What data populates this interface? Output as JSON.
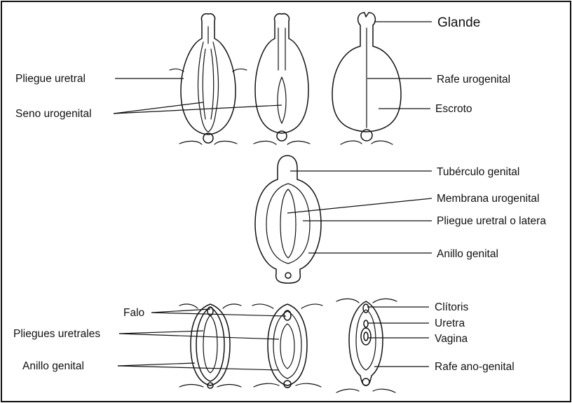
{
  "labels": {
    "glande": "Glande",
    "pliegue_uretral": "Pliegue uretral",
    "rafe_urogenital": "Rafe urogenital",
    "seno_urogenital": "Seno urogenital",
    "escroto": "Escroto",
    "tuberculo_genital": "Tubérculo genital",
    "membrana_urogenital": "Membrana urogenital",
    "pliegue_uretral_lateral": "Pliegue uretral o latera",
    "anillo_genital_middle": "Anillo genital",
    "falo": "Falo",
    "clitoris": "Clítoris",
    "uretra": "Uretra",
    "pliegues_uretrales": "Pliegues uretrales",
    "vagina": "Vagina",
    "anillo_genital_bottom": "Anillo genital",
    "rafe_ano_genital": "Rafe ano-genital"
  },
  "icons": [
    "male-stage-1-drawing-icon",
    "male-stage-2-drawing-icon",
    "male-stage-3-drawing-icon",
    "indifferent-stage-drawing-icon",
    "female-stage-1-drawing-icon",
    "female-stage-2-drawing-icon",
    "female-stage-3-drawing-icon"
  ]
}
